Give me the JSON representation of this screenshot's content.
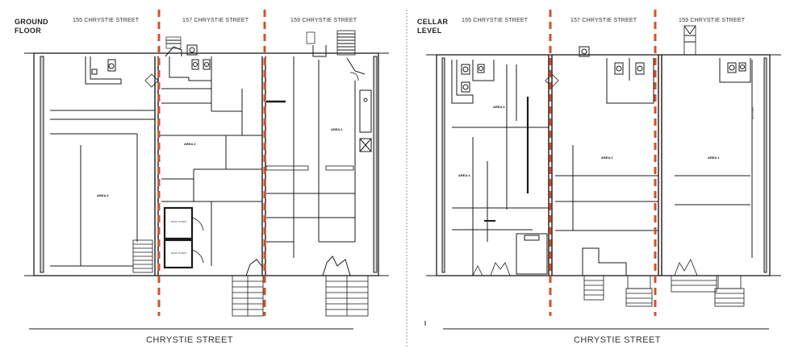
{
  "ground": {
    "level_line1": "GROUND",
    "level_line2": "FLOOR",
    "streets": [
      "155 CHRYSTIE STREET",
      "157 CHRYSTIE STREET",
      "159 CHRYSTIE STREET"
    ],
    "bottom_street": "CHRYSTIE STREET",
    "rooms": {
      "area2": "AREA 2",
      "area3": "AREA 3",
      "area1": "AREA 1",
      "walkin1": "WALK IN BOX",
      "walkin2": "WALK IN BOX"
    }
  },
  "cellar": {
    "level_line1": "CELLAR",
    "level_line2": "LEVEL",
    "streets": [
      "155 CHRYSTIE STREET",
      "157 CHRYSTIE STREET",
      "159 CHRYSTIE STREET"
    ],
    "bottom_street": "CHRYSTIE STREET",
    "rooms": {
      "area3": "AREA 3",
      "area4": "AREA 4",
      "area2": "AREA 2",
      "area1": "AREA 1",
      "alleyway": "ALLEYWAY"
    }
  },
  "colors": {
    "divider": "#d4502a",
    "line": "#1a1a1a"
  }
}
